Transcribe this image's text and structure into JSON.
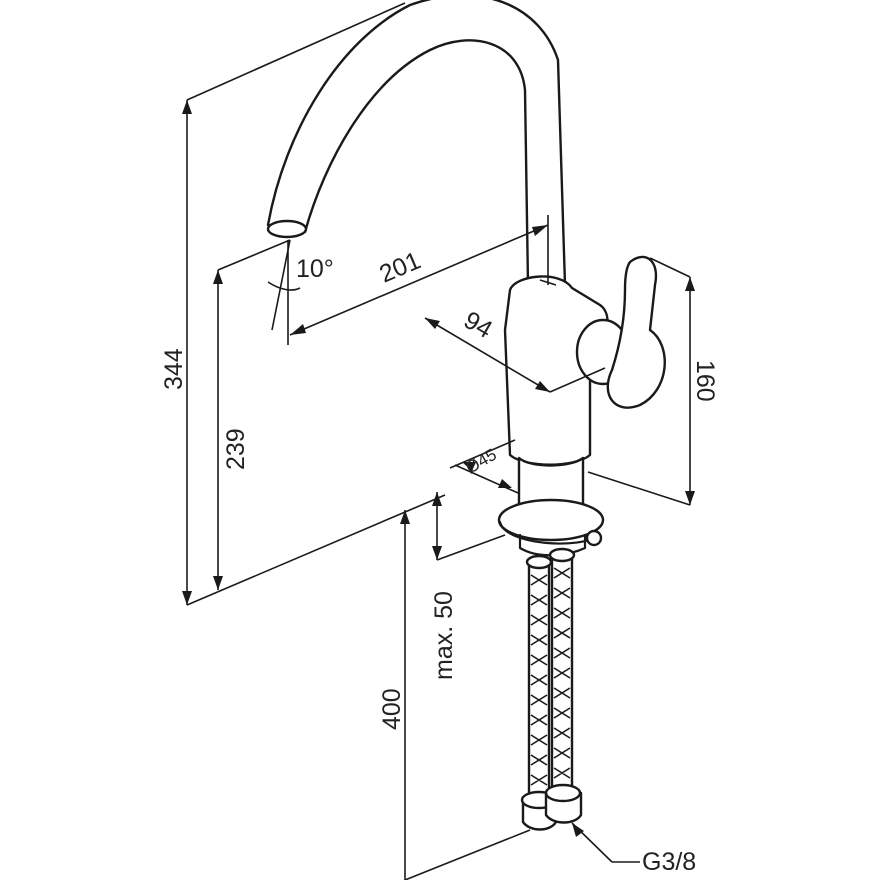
{
  "dimensions": {
    "height_total": "344",
    "spout_outlet_height": "239",
    "spout_reach": "201",
    "spout_angle": "10°",
    "handle_offset": "94",
    "body_height": "160",
    "body_diameter": "Ø45",
    "deck_thickness": "max. 50",
    "hose_length": "400",
    "connection_thread": "G3/8"
  },
  "colors": {
    "line": "#1a1a1a",
    "background": "#ffffff"
  }
}
